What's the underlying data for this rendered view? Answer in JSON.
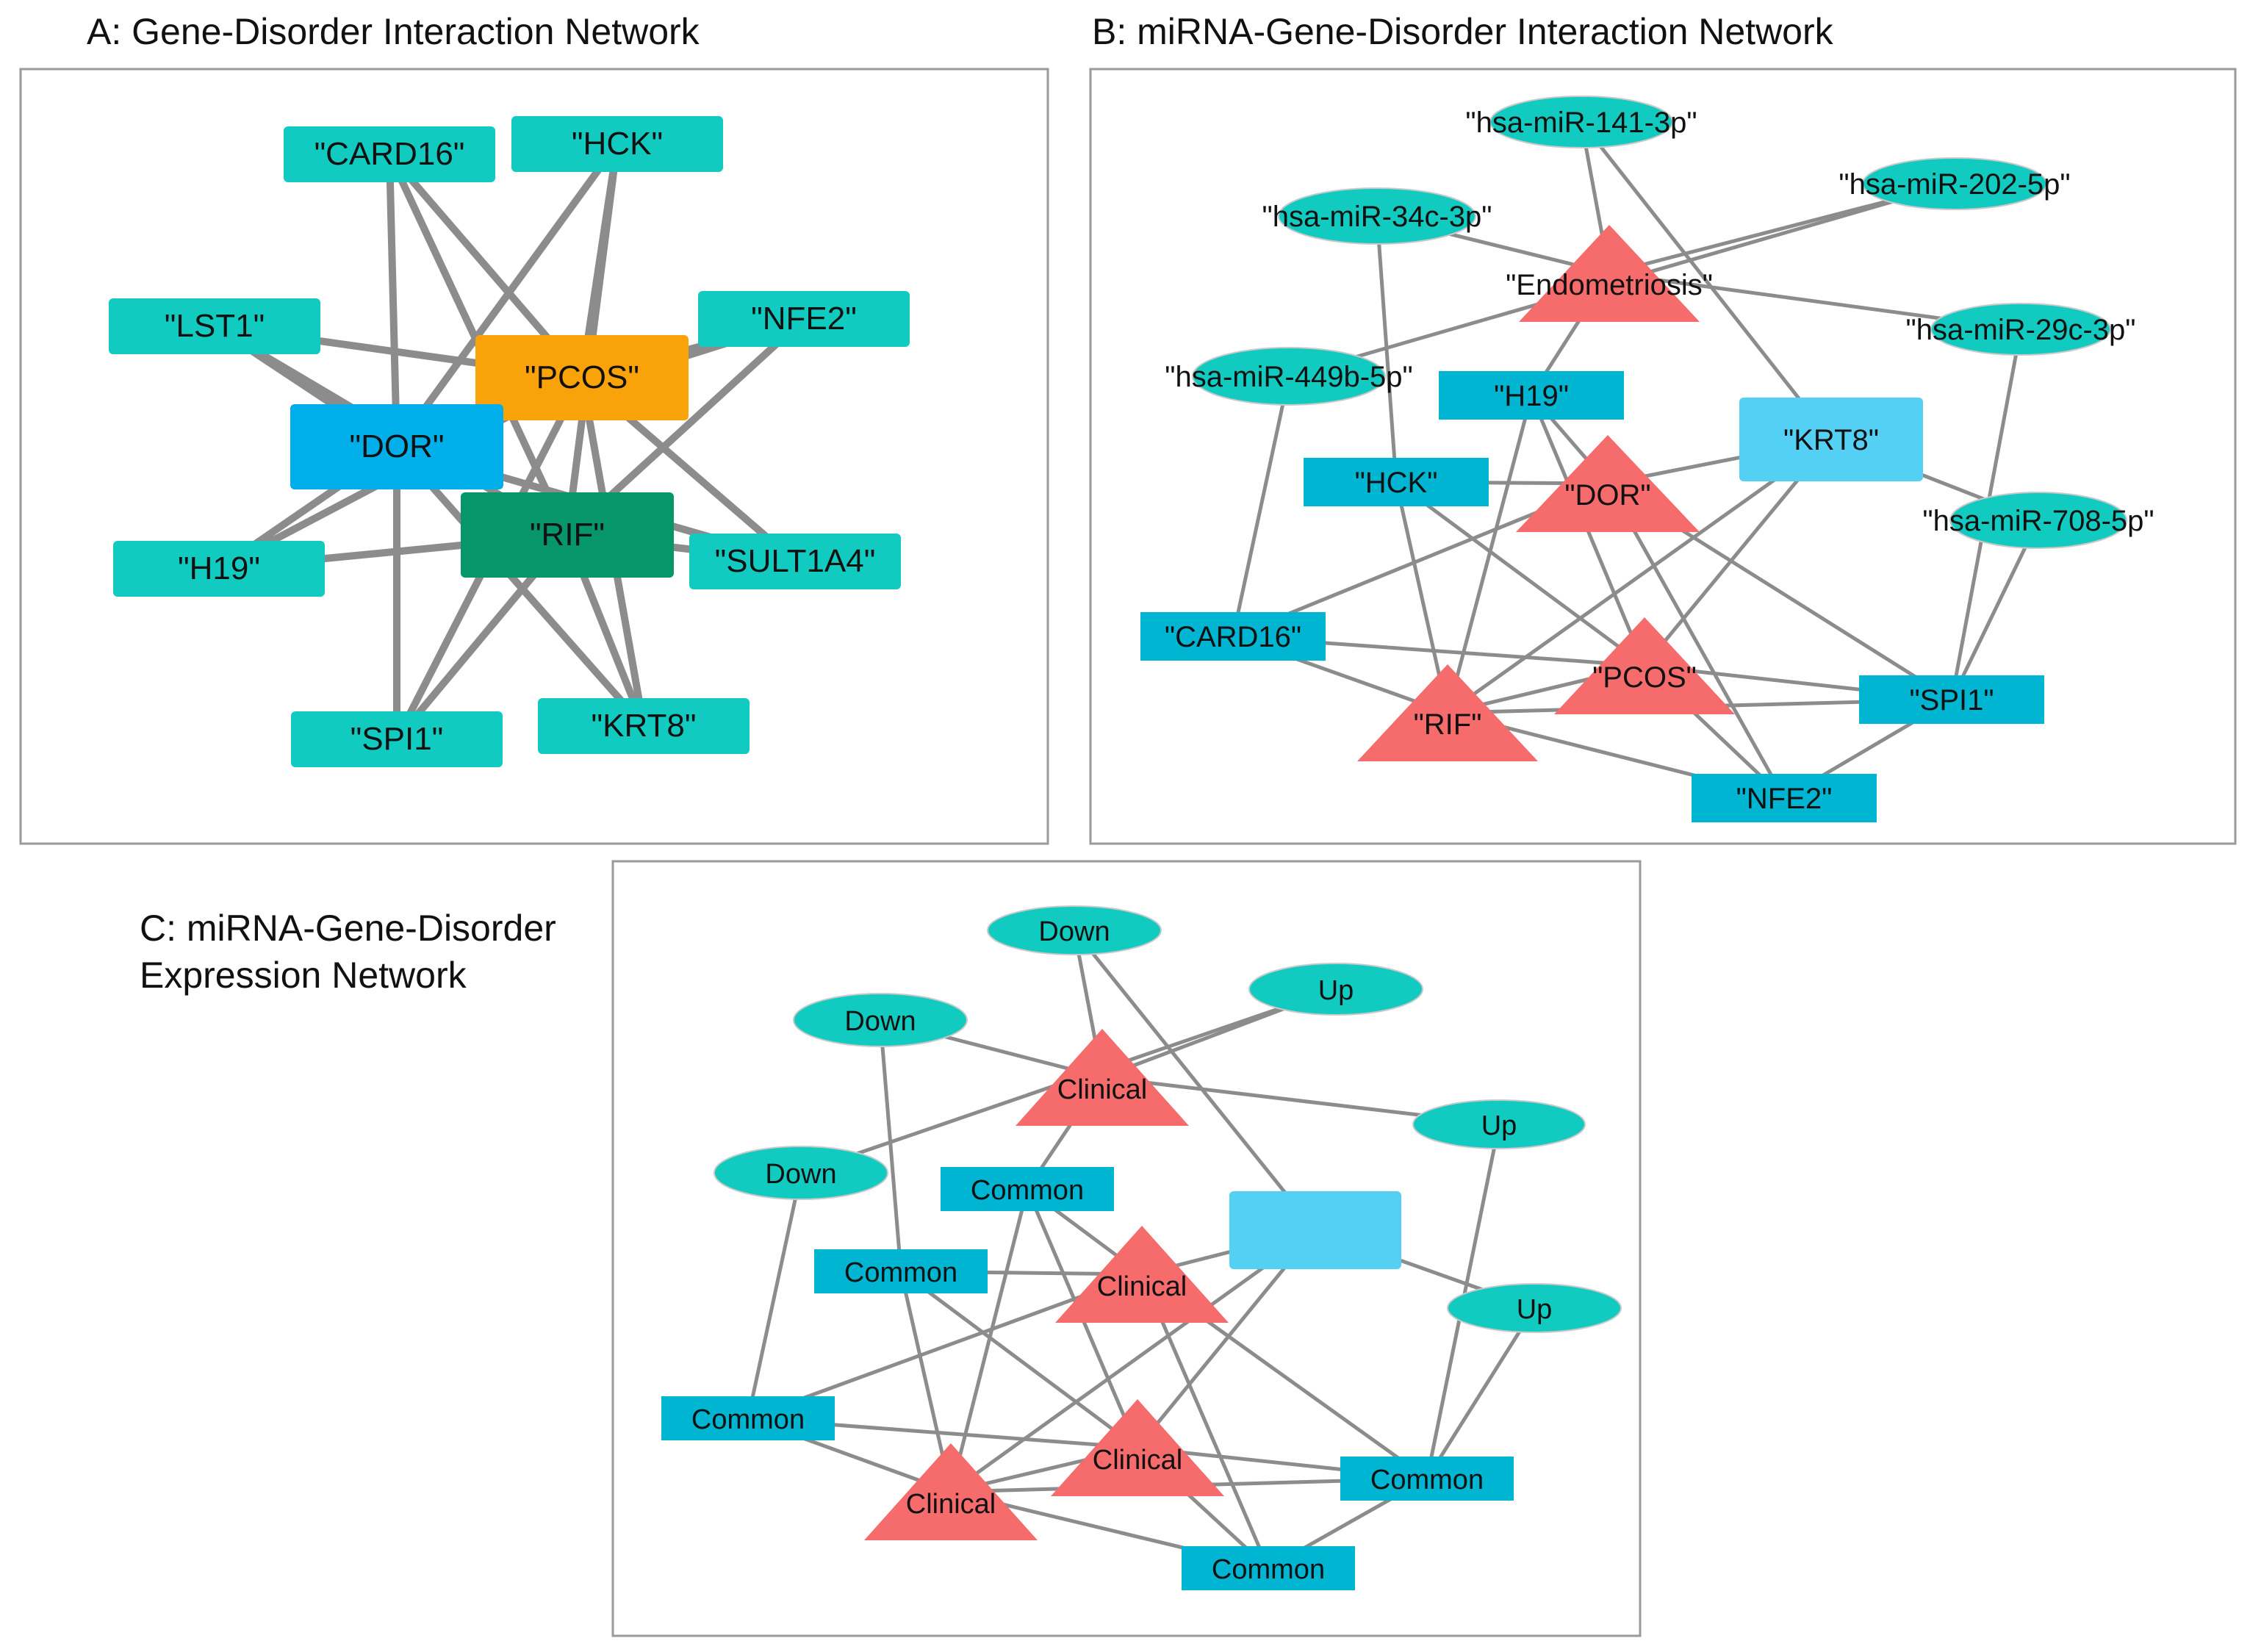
{
  "colors": {
    "gene_teal": "#12cbc0",
    "gene_blue": "#00b5d2",
    "dor_blue": "#00aeea",
    "krt8_lightblue": "#55d0f5",
    "pcos_orange": "#f9a20a",
    "rif_green": "#07956a",
    "disorder_red": "#f66b6b",
    "edge_gray": "#8c8c8c",
    "frame_gray": "#9a9a9a"
  },
  "panels": [
    {
      "id": "a",
      "title": "A: Gene-Disorder Interaction Network",
      "nodes": [
        {
          "id": "card16",
          "label": "\"CARD16\"",
          "shape": "rect",
          "color": "gene_teal"
        },
        {
          "id": "hck",
          "label": "\"HCK\"",
          "shape": "rect",
          "color": "gene_teal"
        },
        {
          "id": "lst1",
          "label": "\"LST1\"",
          "shape": "rect",
          "color": "gene_teal"
        },
        {
          "id": "nfe2",
          "label": "\"NFE2\"",
          "shape": "rect",
          "color": "gene_teal"
        },
        {
          "id": "pcos",
          "label": "\"PCOS\"",
          "shape": "rect",
          "color": "pcos_orange"
        },
        {
          "id": "dor",
          "label": "\"DOR\"",
          "shape": "rect",
          "color": "dor_blue"
        },
        {
          "id": "rif",
          "label": "\"RIF\"",
          "shape": "rect",
          "color": "rif_green"
        },
        {
          "id": "h19",
          "label": "\"H19\"",
          "shape": "rect",
          "color": "gene_teal"
        },
        {
          "id": "sult1a4",
          "label": "\"SULT1A4\"",
          "shape": "rect",
          "color": "gene_teal"
        },
        {
          "id": "spi1",
          "label": "\"SPI1\"",
          "shape": "rect",
          "color": "gene_teal"
        },
        {
          "id": "krt8",
          "label": "\"KRT8\"",
          "shape": "rect",
          "color": "gene_teal"
        }
      ],
      "edges": [
        [
          "card16",
          "dor"
        ],
        [
          "card16",
          "pcos"
        ],
        [
          "card16",
          "rif"
        ],
        [
          "hck",
          "dor"
        ],
        [
          "hck",
          "pcos"
        ],
        [
          "hck",
          "rif"
        ],
        [
          "lst1",
          "dor"
        ],
        [
          "lst1",
          "pcos"
        ],
        [
          "lst1",
          "rif"
        ],
        [
          "nfe2",
          "dor"
        ],
        [
          "nfe2",
          "pcos"
        ],
        [
          "nfe2",
          "rif"
        ],
        [
          "h19",
          "dor"
        ],
        [
          "h19",
          "pcos"
        ],
        [
          "h19",
          "rif"
        ],
        [
          "sult1a4",
          "dor"
        ],
        [
          "sult1a4",
          "pcos"
        ],
        [
          "sult1a4",
          "rif"
        ],
        [
          "spi1",
          "dor"
        ],
        [
          "spi1",
          "pcos"
        ],
        [
          "spi1",
          "rif"
        ],
        [
          "krt8",
          "dor"
        ],
        [
          "krt8",
          "pcos"
        ],
        [
          "krt8",
          "rif"
        ]
      ]
    },
    {
      "id": "b",
      "title": "B: miRNA-Gene-Disorder Interaction Network",
      "nodes": [
        {
          "id": "m141",
          "label": "\"hsa-miR-141-3p\"",
          "shape": "ellipse",
          "color": "gene_teal"
        },
        {
          "id": "m202",
          "label": "\"hsa-miR-202-5p\"",
          "shape": "ellipse",
          "color": "gene_teal"
        },
        {
          "id": "m34c",
          "label": "\"hsa-miR-34c-3p\"",
          "shape": "ellipse",
          "color": "gene_teal"
        },
        {
          "id": "endo",
          "label": "\"Endometriosis\"",
          "shape": "triangle",
          "color": "disorder_red"
        },
        {
          "id": "m29c",
          "label": "\"hsa-miR-29c-3p\"",
          "shape": "ellipse",
          "color": "gene_teal"
        },
        {
          "id": "m449",
          "label": "\"hsa-miR-449b-5p\"",
          "shape": "ellipse",
          "color": "gene_teal"
        },
        {
          "id": "h19",
          "label": "\"H19\"",
          "shape": "rect",
          "color": "gene_blue"
        },
        {
          "id": "krt8",
          "label": "\"KRT8\"",
          "shape": "roundrect",
          "color": "krt8_lightblue"
        },
        {
          "id": "hck",
          "label": "\"HCK\"",
          "shape": "rect",
          "color": "gene_blue"
        },
        {
          "id": "dor",
          "label": "\"DOR\"",
          "shape": "triangle",
          "color": "disorder_red"
        },
        {
          "id": "m708",
          "label": "\"hsa-miR-708-5p\"",
          "shape": "ellipse",
          "color": "gene_teal"
        },
        {
          "id": "card16",
          "label": "\"CARD16\"",
          "shape": "rect",
          "color": "gene_blue"
        },
        {
          "id": "pcos",
          "label": "\"PCOS\"",
          "shape": "triangle",
          "color": "disorder_red"
        },
        {
          "id": "rif",
          "label": "\"RIF\"",
          "shape": "triangle",
          "color": "disorder_red"
        },
        {
          "id": "spi1",
          "label": "\"SPI1\"",
          "shape": "rect",
          "color": "gene_blue"
        },
        {
          "id": "nfe2",
          "label": "\"NFE2\"",
          "shape": "rect",
          "color": "gene_blue"
        }
      ],
      "edges": [
        [
          "m141",
          "endo"
        ],
        [
          "m141",
          "krt8"
        ],
        [
          "m34c",
          "endo"
        ],
        [
          "m34c",
          "hck"
        ],
        [
          "m202",
          "endo"
        ],
        [
          "m202",
          "m449"
        ],
        [
          "endo",
          "m29c"
        ],
        [
          "endo",
          "h19"
        ],
        [
          "m449",
          "card16"
        ],
        [
          "m29c",
          "spi1"
        ],
        [
          "h19",
          "dor"
        ],
        [
          "h19",
          "rif"
        ],
        [
          "h19",
          "pcos"
        ],
        [
          "krt8",
          "dor"
        ],
        [
          "krt8",
          "m708"
        ],
        [
          "krt8",
          "rif"
        ],
        [
          "krt8",
          "pcos"
        ],
        [
          "hck",
          "dor"
        ],
        [
          "hck",
          "pcos"
        ],
        [
          "hck",
          "rif"
        ],
        [
          "dor",
          "card16"
        ],
        [
          "dor",
          "nfe2"
        ],
        [
          "m708",
          "spi1"
        ],
        [
          "card16",
          "rif"
        ],
        [
          "card16",
          "pcos"
        ],
        [
          "pcos",
          "spi1"
        ],
        [
          "pcos",
          "nfe2"
        ],
        [
          "pcos",
          "rif"
        ],
        [
          "rif",
          "spi1"
        ],
        [
          "rif",
          "nfe2"
        ],
        [
          "spi1",
          "nfe2"
        ],
        [
          "dor",
          "spi1"
        ]
      ]
    },
    {
      "id": "c",
      "title_lines": [
        "C: miRNA-Gene-Disorder",
        "Expression Network"
      ],
      "nodes": [
        {
          "id": "down1",
          "label": "Down",
          "shape": "ellipse",
          "color": "gene_teal"
        },
        {
          "id": "up1",
          "label": "Up",
          "shape": "ellipse",
          "color": "gene_teal"
        },
        {
          "id": "down2",
          "label": "Down",
          "shape": "ellipse",
          "color": "gene_teal"
        },
        {
          "id": "clin1",
          "label": "Clinical",
          "shape": "triangle",
          "color": "disorder_red"
        },
        {
          "id": "up2",
          "label": "Up",
          "shape": "ellipse",
          "color": "gene_teal"
        },
        {
          "id": "down3",
          "label": "Down",
          "shape": "ellipse",
          "color": "gene_teal"
        },
        {
          "id": "com1",
          "label": "Common",
          "shape": "rect",
          "color": "gene_blue"
        },
        {
          "id": "blank",
          "label": "",
          "shape": "roundrect",
          "color": "krt8_lightblue"
        },
        {
          "id": "com2",
          "label": "Common",
          "shape": "rect",
          "color": "gene_blue"
        },
        {
          "id": "clin2",
          "label": "Clinical",
          "shape": "triangle",
          "color": "disorder_red"
        },
        {
          "id": "up3",
          "label": "Up",
          "shape": "ellipse",
          "color": "gene_teal"
        },
        {
          "id": "com3",
          "label": "Common",
          "shape": "rect",
          "color": "gene_blue"
        },
        {
          "id": "clin3",
          "label": "Clinical",
          "shape": "triangle",
          "color": "disorder_red"
        },
        {
          "id": "clin4",
          "label": "Clinical",
          "shape": "triangle",
          "color": "disorder_red"
        },
        {
          "id": "com4",
          "label": "Common",
          "shape": "rect",
          "color": "gene_blue"
        },
        {
          "id": "com5",
          "label": "Common",
          "shape": "rect",
          "color": "gene_blue"
        }
      ],
      "edges": [
        [
          "down1",
          "clin1"
        ],
        [
          "down1",
          "blank"
        ],
        [
          "down2",
          "clin1"
        ],
        [
          "down2",
          "com2"
        ],
        [
          "up1",
          "clin1"
        ],
        [
          "up1",
          "down3"
        ],
        [
          "clin1",
          "up2"
        ],
        [
          "clin1",
          "com1"
        ],
        [
          "down3",
          "com3"
        ],
        [
          "up2",
          "com4"
        ],
        [
          "com1",
          "clin2"
        ],
        [
          "com1",
          "clin4"
        ],
        [
          "com1",
          "clin3"
        ],
        [
          "blank",
          "clin2"
        ],
        [
          "blank",
          "up3"
        ],
        [
          "blank",
          "clin4"
        ],
        [
          "blank",
          "clin3"
        ],
        [
          "com2",
          "clin2"
        ],
        [
          "com2",
          "clin3"
        ],
        [
          "com2",
          "clin4"
        ],
        [
          "clin2",
          "com3"
        ],
        [
          "clin2",
          "com5"
        ],
        [
          "up3",
          "com4"
        ],
        [
          "com3",
          "clin4"
        ],
        [
          "com3",
          "clin3"
        ],
        [
          "clin3",
          "com4"
        ],
        [
          "clin3",
          "com5"
        ],
        [
          "clin3",
          "clin4"
        ],
        [
          "clin4",
          "com4"
        ],
        [
          "clin4",
          "com5"
        ],
        [
          "com4",
          "com5"
        ],
        [
          "clin2",
          "com4"
        ]
      ]
    }
  ]
}
